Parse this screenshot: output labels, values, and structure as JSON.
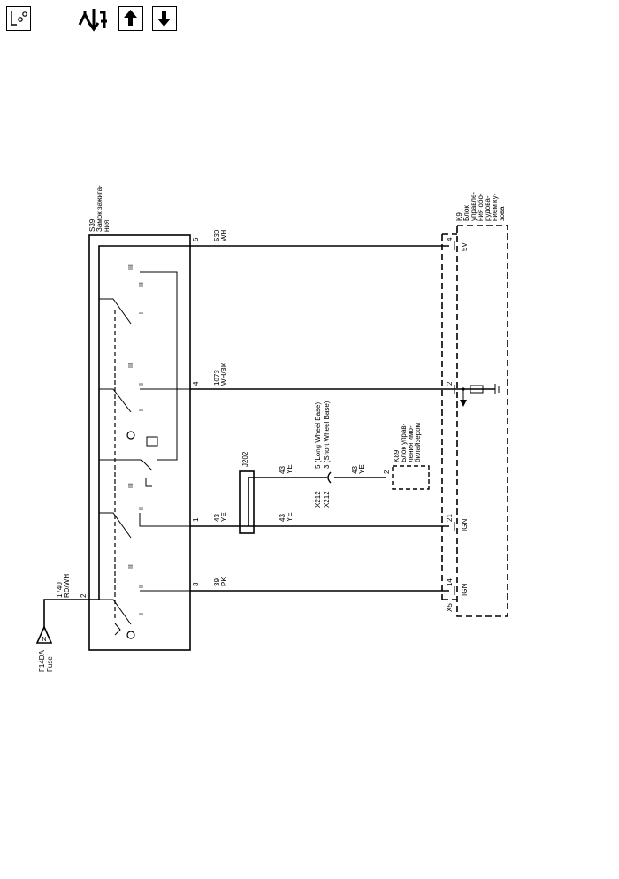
{
  "toolbar": {
    "buttons": [
      {
        "name": "locator-button",
        "icon": "locator-icon"
      },
      {
        "name": "wiring-info-button",
        "icon": "wiring-info-icon"
      },
      {
        "name": "page-up-button",
        "icon": "arrow-up-icon"
      },
      {
        "name": "page-down-button",
        "icon": "arrow-down-icon"
      }
    ]
  },
  "diagram": {
    "fuse": {
      "id": "F14DA",
      "label": "Fuse",
      "symbol": "N"
    },
    "fuse_wire": {
      "circuit": "1740",
      "color": "RD/WH",
      "pin": "2"
    },
    "ignition_switch": {
      "id": "S39",
      "name_line1": "Замок зажига-",
      "name_line2": "ния",
      "positions": [
        "I",
        "II",
        "III"
      ]
    },
    "wires": [
      {
        "pin": "5",
        "circuit": "530",
        "color": "WH"
      },
      {
        "pin": "4",
        "circuit": "1073",
        "color": "WH/BK"
      },
      {
        "pin": "1",
        "circuit": "43",
        "color": "YE"
      },
      {
        "pin": "3",
        "circuit": "39",
        "color": "PK"
      }
    ],
    "splice": {
      "id": "J202",
      "in_circuit": "43",
      "in_color": "YE",
      "out_circuit": "43",
      "out_color": "YE"
    },
    "connector_x212": {
      "name_1": "X212",
      "name_2": "X212",
      "pin_1": "5 (Long Wheel Base)",
      "pin_2": "3 (Short Wheel Base)",
      "circuit": "43",
      "color": "YE"
    },
    "immobilizer": {
      "id": "K89",
      "line1": "Блок управ-",
      "line2": "ления имо-",
      "line3": "билайзером",
      "pin": "2"
    },
    "bcm": {
      "id": "K9",
      "line1": "Блок",
      "line2": "управле-",
      "line3": "ния обо-",
      "line4": "рудова-",
      "line5": "нием ку-",
      "line6": "зова",
      "connector": "X5",
      "pins": [
        {
          "pin": "4",
          "function": "5V"
        },
        {
          "pin": "2",
          "function": ""
        },
        {
          "pin": "21",
          "function": "IGN"
        },
        {
          "pin": "14",
          "function": "IGN"
        }
      ]
    }
  }
}
